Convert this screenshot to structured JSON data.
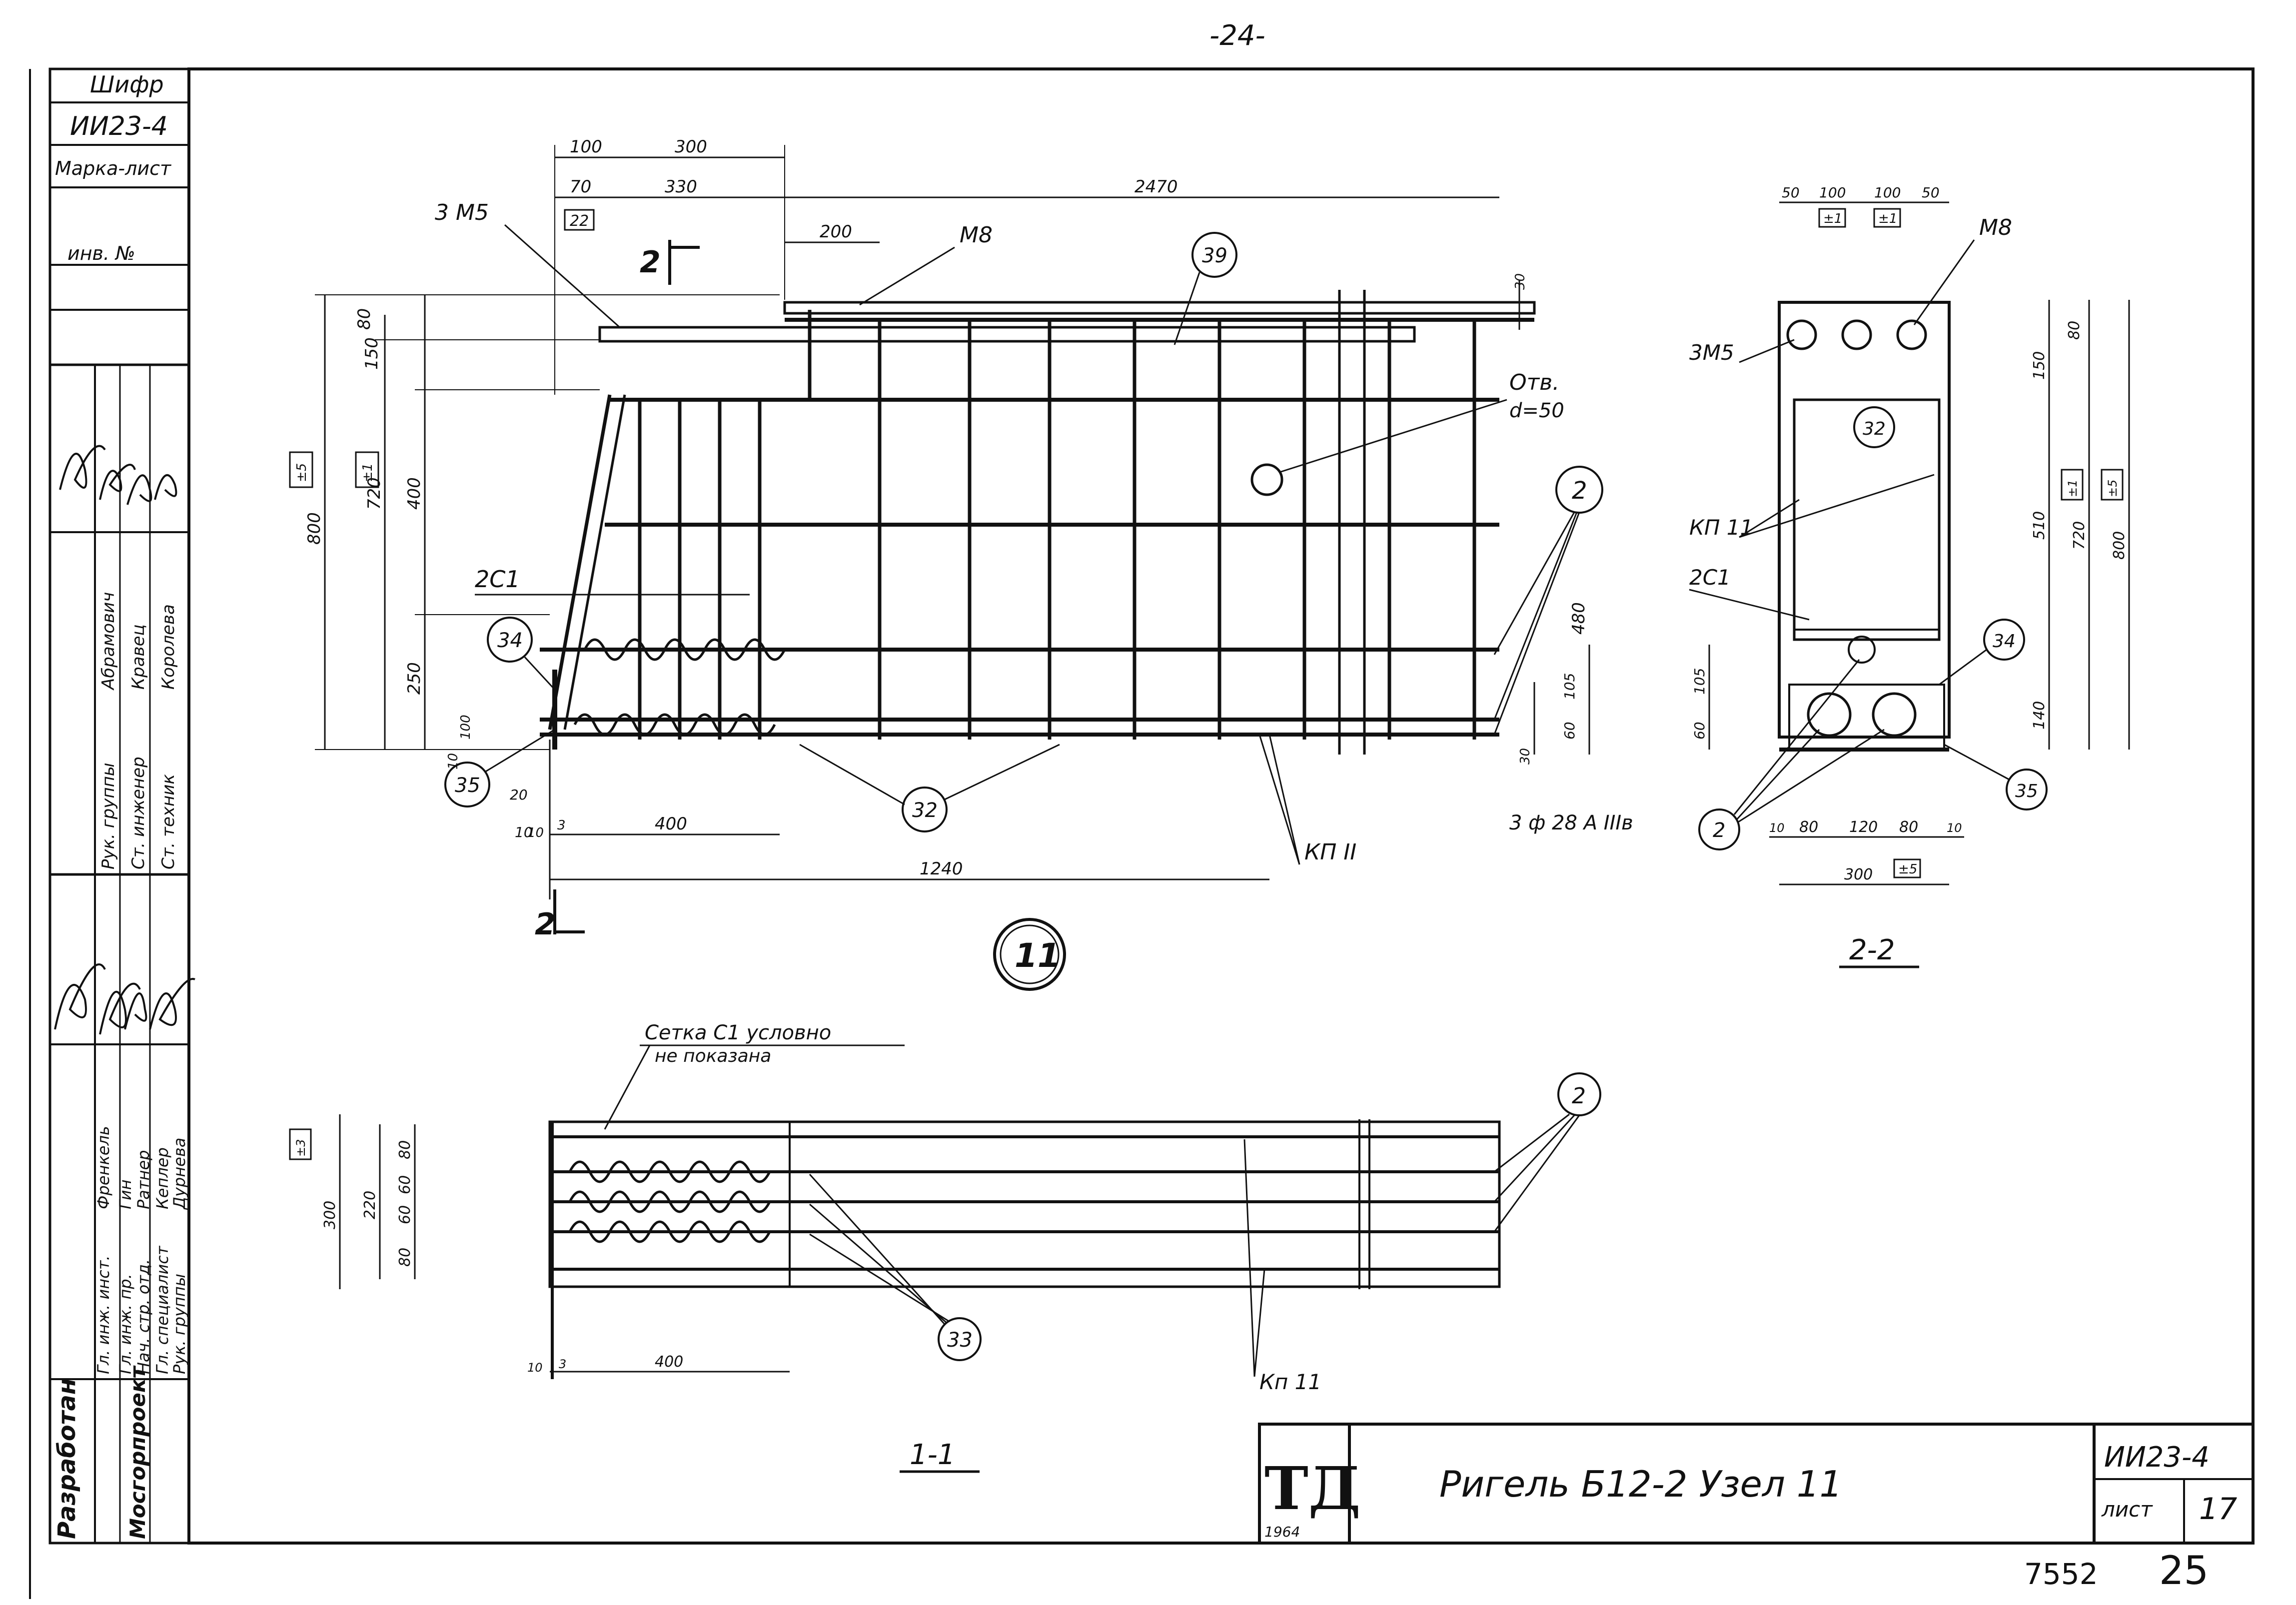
{
  "page": {
    "top_number": "-24-",
    "bottom_numbers": {
      "left": "7552",
      "right": "25"
    }
  },
  "sidebar": {
    "cipher_label": "Шифр",
    "cipher_value": "ИИ23-4",
    "mark_label": "Марка-лист",
    "inv_label": "инв. №",
    "developed_label": "Разработан",
    "org_label": "Мосгорпроект",
    "roles_a": [
      "Рук. группы",
      "Ст. инженер",
      "Ст. техник"
    ],
    "names_a": [
      "Абрамович",
      "Кравец",
      "Королева"
    ],
    "roles_b": [
      "Гл. инж. инст.",
      "Гл. инж. пр.",
      "Нач. стр. отд.",
      "Гл. специалист",
      "Рук. группы"
    ],
    "names_b": [
      "Френкель",
      "Гин",
      "Ратнер",
      "Кеплер",
      "Дурнева"
    ]
  },
  "title_block": {
    "logo": "ТД",
    "year": "1964",
    "title": "Ригель Б12-2  Узел 11",
    "doc_code": "ИИ23-4",
    "sheet_label": "лист",
    "sheet_number": "17"
  },
  "node_callout": "11",
  "main_view": {
    "section_mark": "2",
    "labels": {
      "plates": "3 M5",
      "m8": "M8",
      "hole": "Отв.",
      "hole_d": "d=50",
      "c1": "2C1",
      "kp": "КП II"
    },
    "callouts": [
      "39",
      "2",
      "34",
      "35",
      "32"
    ],
    "dims_top": [
      "100",
      "300",
      "70",
      "330",
      "2470",
      "200"
    ],
    "dims_top_boxed": [
      "22"
    ],
    "dims_left": [
      "800",
      "720",
      "80",
      "150",
      "400",
      "250",
      "10",
      "100",
      "20",
      "10"
    ],
    "dims_left_boxed": [
      "±5",
      "±1"
    ],
    "dims_right": [
      "480",
      "105",
      "60",
      "30",
      "30"
    ],
    "dims_bottom": [
      "10",
      "3",
      "400",
      "1240"
    ]
  },
  "section_2_2": {
    "title": "2-2",
    "labels": {
      "m8": "M8",
      "plates": "3M5",
      "kp": "КП 11",
      "c1": "2C1",
      "rebar": "3 ф 28  A IIIв"
    },
    "callouts": [
      "32",
      "34",
      "35",
      "2"
    ],
    "dims_top": [
      "50",
      "100",
      "100",
      "50"
    ],
    "dims_top_boxed": [
      "±1",
      "±1"
    ],
    "dims_right": [
      "80",
      "150",
      "510",
      "720",
      "800",
      "140"
    ],
    "dims_right_boxed": [
      "±1",
      "±5"
    ],
    "dims_left": [
      "105",
      "60"
    ],
    "dims_bottom": [
      "10",
      "80",
      "120",
      "80",
      "10",
      "300"
    ],
    "dims_bottom_boxed": [
      "±5"
    ]
  },
  "section_1_1": {
    "title": "1-1",
    "note_line1": "Сетка С1 условно",
    "note_line2": "не показана",
    "callouts": [
      "2",
      "33"
    ],
    "label_kp": "Кп 11",
    "dims_left": [
      "300",
      "220",
      "80",
      "60",
      "60",
      "80"
    ],
    "dims_left_boxed": [
      "±3"
    ],
    "dims_bottom": [
      "10",
      "3",
      "400"
    ]
  }
}
